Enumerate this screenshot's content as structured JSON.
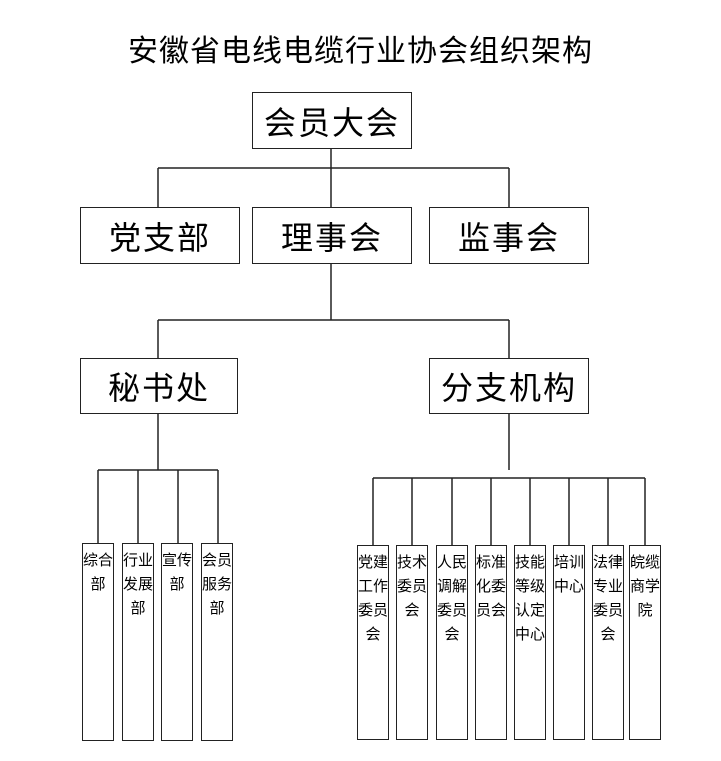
{
  "title": "安徽省电线电缆行业协会组织架构",
  "top": "会员大会",
  "level2": [
    "党支部",
    "理事会",
    "监事会"
  ],
  "level3": [
    "秘书处",
    "分支机构"
  ],
  "secretariat_depts": [
    "综合部",
    "行业发展部",
    "宣传部",
    "会员服务部"
  ],
  "branches": [
    "党建工作委员会",
    "技术委员会",
    "人民调解委员会",
    "标准化委员会",
    "技能等级认定中心",
    "培训中心",
    "法律专业委员会",
    "皖缆商学院"
  ]
}
